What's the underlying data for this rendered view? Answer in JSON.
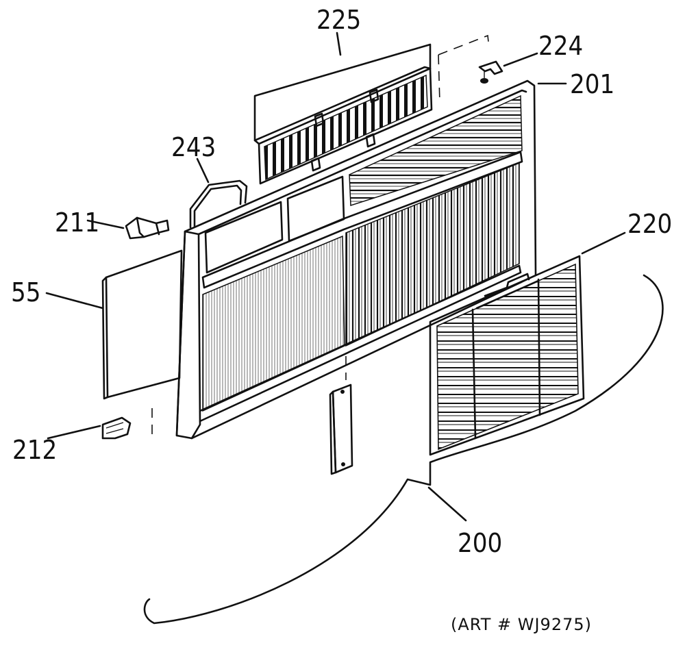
{
  "callouts": {
    "c225": "225",
    "c224": "224",
    "c201": "201",
    "c243": "243",
    "c211": "211",
    "c220": "220",
    "c55": "55",
    "c212": "212",
    "c200": "200"
  },
  "art_number": "(ART # WJ9275)"
}
